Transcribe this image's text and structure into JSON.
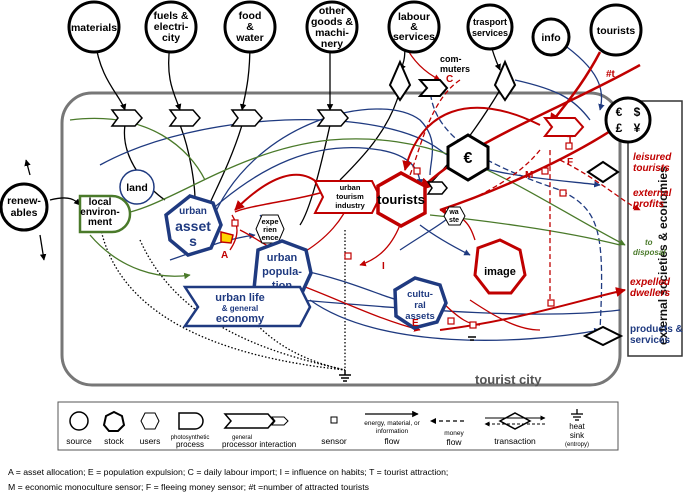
{
  "sources": {
    "materials": "materials",
    "fuels": [
      "fuels &",
      "electri-",
      "city"
    ],
    "food": [
      "food",
      "&",
      "water"
    ],
    "other": [
      "other",
      "goods &",
      "machi-",
      "nery"
    ],
    "labour": [
      "labour",
      "&",
      "services"
    ],
    "transport": [
      "trasport",
      "services"
    ],
    "info": "info",
    "tourists_ext": "tourists",
    "renewables": [
      "renew-",
      "ables"
    ]
  },
  "nodes": {
    "commuters": [
      "com-",
      "muters"
    ],
    "local_env": [
      "local",
      "environ-",
      "ment"
    ],
    "land": "land",
    "urban_assets": [
      "urban",
      "asset",
      "s"
    ],
    "experience": [
      "expe",
      "rien",
      "ence"
    ],
    "urban_population": [
      "urban",
      "popula-",
      "tion"
    ],
    "urban_life": [
      "urban life",
      "& general",
      "economy"
    ],
    "tourism_industry": [
      "urban",
      "tourism",
      "industry"
    ],
    "tourists_stock": "tourists",
    "waste": [
      "wa",
      "ste"
    ],
    "image": "image",
    "cultural_assets": [
      "cultu-",
      "ral",
      "assets"
    ],
    "euro": "€",
    "currency": [
      "€",
      "$",
      "£",
      "¥"
    ]
  },
  "markers": {
    "A": "A",
    "E": "E",
    "C": "C",
    "I": "I",
    "T": "T",
    "F": "F",
    "M": "M",
    "hash_t": "#t"
  },
  "right_labels": {
    "leisured": [
      "leisured",
      "tourists"
    ],
    "profits": [
      "external",
      "profits"
    ],
    "disposal": [
      "to",
      "disposal"
    ],
    "expelled": [
      "expelled",
      "dwellers"
    ],
    "products": [
      "products &",
      "services"
    ],
    "external_panel": "external societies  & economies"
  },
  "city_label": "tourist city",
  "legend": {
    "source": "source",
    "stock": "stock",
    "users": "users",
    "photo": [
      "photosynthetic",
      "process"
    ],
    "general": [
      "general",
      "processor interaction"
    ],
    "sensor": "sensor",
    "energy": [
      "energy, material, or",
      "information",
      "flow"
    ],
    "money": [
      "money",
      "flow"
    ],
    "transaction": "transaction",
    "heat": [
      "heat",
      "sink",
      "(entropy)"
    ]
  },
  "caption": [
    "A = asset allocation; E = population expulsion; C = daily labour import; I = influence on habits; T = tourist attraction;",
    "M =  economic monoculture sensor; F = fleeing money sensor; #t =number of attracted tourists"
  ],
  "colors": {
    "red": "#c00000",
    "blue": "#1f3a80",
    "green": "#4a7a2a",
    "black": "#000000"
  }
}
